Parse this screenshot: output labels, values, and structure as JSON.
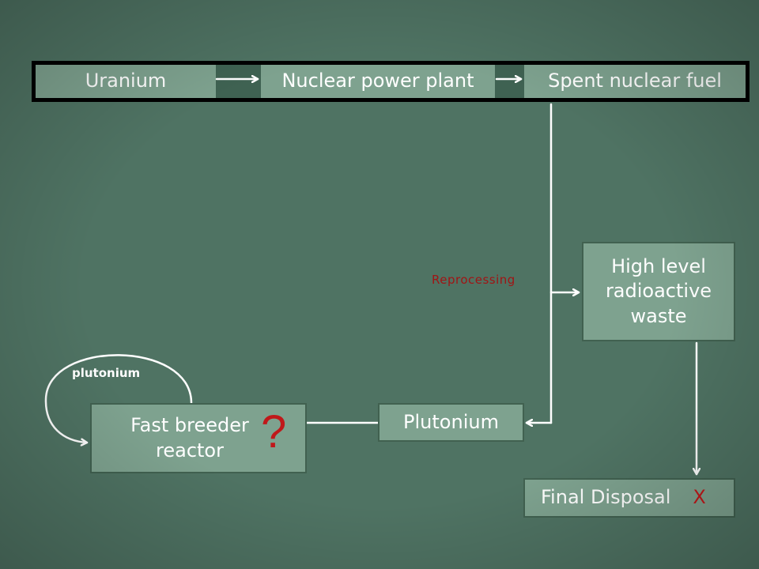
{
  "top_row": {
    "uranium": "Uranium",
    "power_plant": "Nuclear power plant",
    "spent_fuel": "Spent nuclear fuel"
  },
  "reprocessing_label": "Reprocessing",
  "high_level_waste": "High level radioactive waste",
  "final_disposal": "Final Disposal",
  "disposal_mark": "X",
  "plutonium_box": "Plutonium",
  "fast_breeder": "Fast breeder reactor",
  "question_mark": "?",
  "loop_label": "plutonium",
  "colors": {
    "background": "#4f7363",
    "box_fill": "#7ea28f",
    "accent_red": "#c0181a",
    "label_red": "#a01515"
  }
}
